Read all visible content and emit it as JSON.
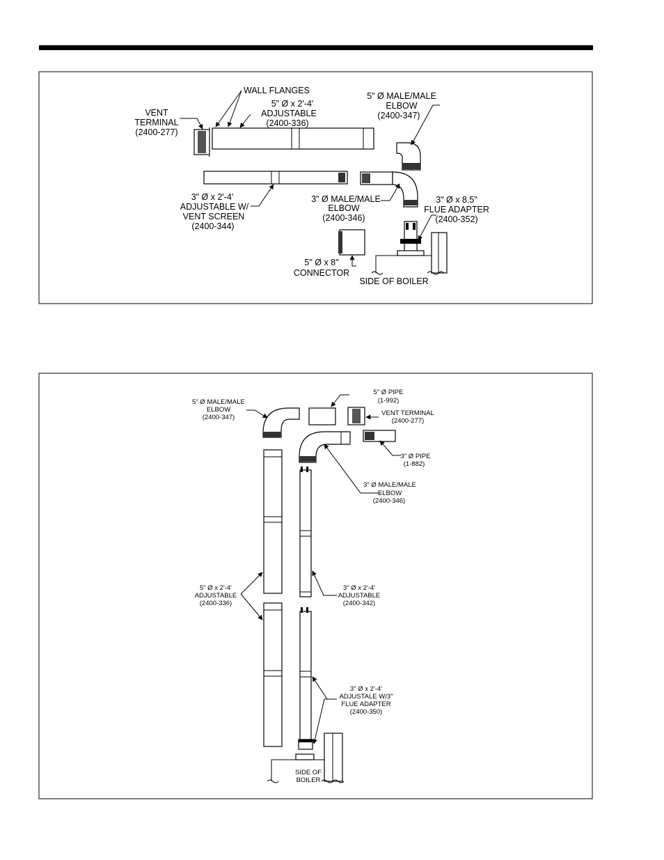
{
  "figure1": {
    "labels": {
      "wall_flanges": "WALL FLANGES",
      "adj5_l1": "5\" Ø x 2'-4'",
      "adj5_l2": "ADJUSTABLE",
      "adj5_l3": "(2400-336)",
      "vent_l1": "VENT",
      "vent_l2": "TERMINAL",
      "vent_l3": "(2400-277)",
      "elbow5_l1": "5\" Ø MALE/MALE",
      "elbow5_l2": "ELBOW",
      "elbow5_l3": "(2400-347)",
      "adj3_l1": "3\" Ø  x 2'-4'",
      "adj3_l2": "ADJUSTABLE W/",
      "adj3_l3": "VENT SCREEN",
      "adj3_l4": "(2400-344)",
      "elbow3_l1": "3\" Ø  MALE/MALE",
      "elbow3_l2": "ELBOW",
      "elbow3_l3": "(2400-346)",
      "flue_l1": "3\" Ø  x 8.5\"",
      "flue_l2": "FLUE ADAPTER",
      "flue_l3": "(2400-352)",
      "conn_l1": "5\" Ø  x 8\"",
      "conn_l2": "CONNECTOR",
      "side": "SIDE OF BOILER"
    }
  },
  "figure2": {
    "labels": {
      "elbow5_l1": "5\" Ø MALE/MALE",
      "elbow5_l2": "ELBOW",
      "elbow5_l3": "(2400-347)",
      "pipe5_l1": "5\" Ø   PIPE",
      "pipe5_l2": "(1-992)",
      "vent_l1": "VENT TERMINAL",
      "vent_l2": "(2400-277)",
      "pipe3_l1": "3\" Ø  PIPE",
      "pipe3_l2": "(1-882)",
      "elbow3_l1": "3\" Ø  MALE/MALE",
      "elbow3_l2": "ELBOW",
      "elbow3_l3": "(2400-346)",
      "adj5_l1": "5\" Ø x 2'-4'",
      "adj5_l2": "ADJUSTABLE",
      "adj5_l3": "(2400-336)",
      "adj3_l1": "3\" Ø x 2'-4'",
      "adj3_l2": "ADJUSTABLE",
      "adj3_l3": "(2400-342)",
      "flueadj_l1": "3\" Ø x 2'-4'",
      "flueadj_l2": "ADJUSTALE W/3\"",
      "flueadj_l3": "FLUE ADAPTER",
      "flueadj_l4": "(2400-350)",
      "side_l1": "SIDE OF",
      "side_l2": "BOILER"
    }
  }
}
